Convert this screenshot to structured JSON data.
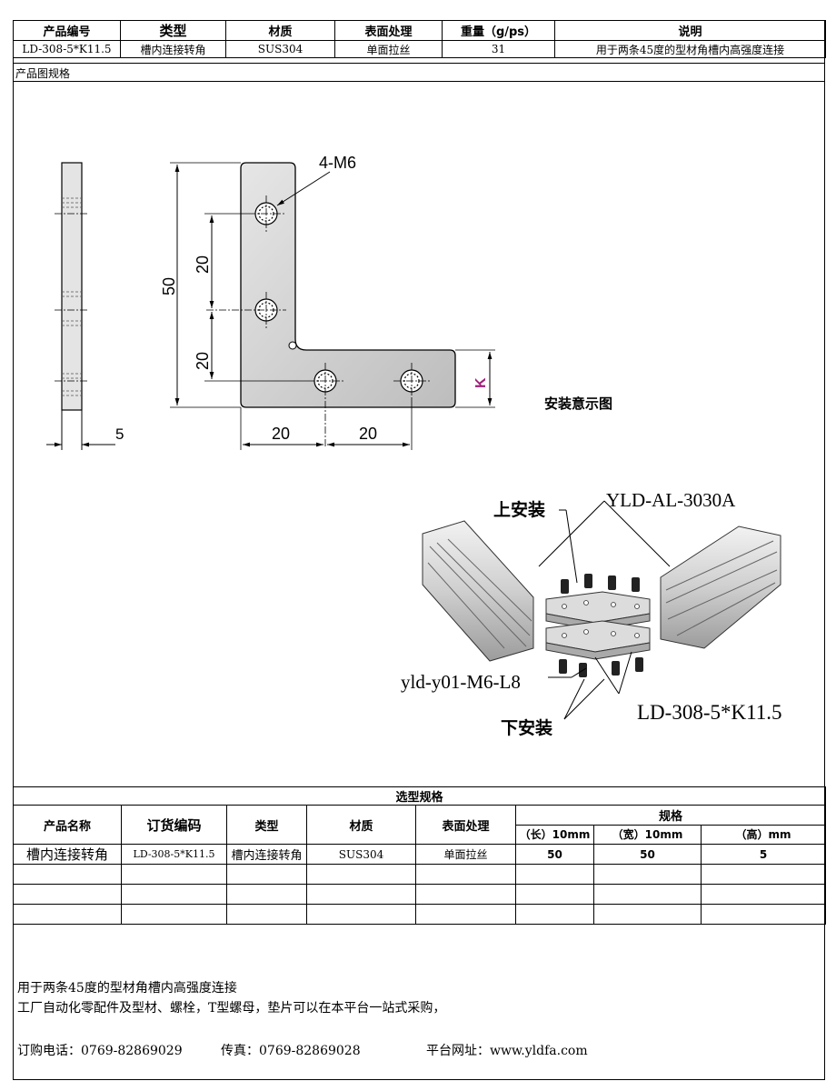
{
  "spec_table": {
    "headers": [
      "产品编号",
      "类型",
      "材质",
      "表面处理",
      "重量（g/ps）",
      "说明"
    ],
    "row": [
      "LD-308-5*K11.5",
      "槽内连接转角",
      "SUS304",
      "单面拉丝",
      "31",
      "用于两条45度的型材角槽内高强度连接"
    ]
  },
  "drawing_section_label": "产品图规格",
  "drawing": {
    "callout_holes": "4-M6",
    "dim_height": "50",
    "dim_pitch_upper": "20",
    "dim_pitch_lower": "20",
    "dim_width_left": "20",
    "dim_width_right": "20",
    "dim_thickness": "5",
    "dim_k": "K",
    "k_color": "#a0207a"
  },
  "install": {
    "title": "安装意示图",
    "label_top": "上安装",
    "label_profile": "YLD-AL-3030A",
    "label_screw": "yld-y01-M6-L8",
    "label_bottom": "下安装",
    "label_part": "LD-308-5*K11.5"
  },
  "selection": {
    "title": "选型规格",
    "headers": {
      "name": "产品名称",
      "code": "订货编码",
      "type": "类型",
      "material": "材质",
      "surface": "表面处理",
      "spec": "规格",
      "length": "（长）10mm",
      "width": "（宽）10mm",
      "height": "（高）mm"
    },
    "rows": [
      [
        "槽内连接转角",
        "LD-308-5*K11.5",
        "槽内连接转角",
        "SUS304",
        "单面拉丝",
        "50",
        "50",
        "5"
      ]
    ]
  },
  "footer": {
    "line1": "用于两条45度的型材角槽内高强度连接",
    "line2": "工厂自动化零配件及型材、螺栓，T型螺母，垫片可以在本平台一站式采购，",
    "phone": "订购电话：0769-82869029",
    "fax": "传真：0769-82869028",
    "site": "平台网址：www.yldfa.com"
  }
}
